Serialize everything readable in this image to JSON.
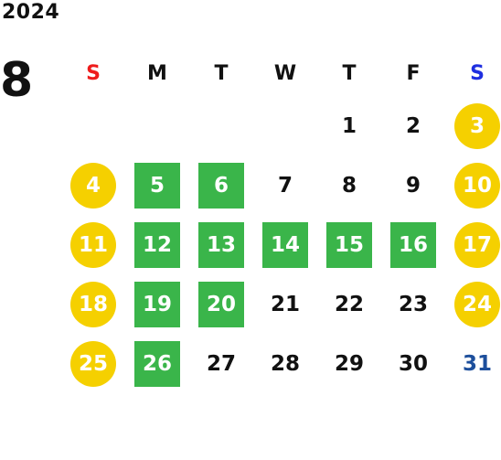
{
  "calendar": {
    "year": "2024",
    "month": "8",
    "weekdays": [
      {
        "label": "S",
        "color": "#ee1c1c"
      },
      {
        "label": "M",
        "color": "#111111"
      },
      {
        "label": "T",
        "color": "#111111"
      },
      {
        "label": "W",
        "color": "#111111"
      },
      {
        "label": "T",
        "color": "#111111"
      },
      {
        "label": "F",
        "color": "#111111"
      },
      {
        "label": "S",
        "color": "#1f2fe0"
      }
    ],
    "colors": {
      "weekend_circle": "#f5d000",
      "green_square": "#3ab54a",
      "text": "#111111",
      "blue_text": "#1d4f9c"
    },
    "weeks": [
      [
        null,
        null,
        null,
        null,
        {
          "day": "1",
          "style": "plain"
        },
        {
          "day": "2",
          "style": "plain"
        },
        {
          "day": "3",
          "style": "yellow"
        }
      ],
      [
        {
          "day": "4",
          "style": "yellow"
        },
        {
          "day": "5",
          "style": "green"
        },
        {
          "day": "6",
          "style": "green"
        },
        {
          "day": "7",
          "style": "plain"
        },
        {
          "day": "8",
          "style": "plain"
        },
        {
          "day": "9",
          "style": "plain"
        },
        {
          "day": "10",
          "style": "yellow"
        }
      ],
      [
        {
          "day": "11",
          "style": "yellow"
        },
        {
          "day": "12",
          "style": "green"
        },
        {
          "day": "13",
          "style": "green"
        },
        {
          "day": "14",
          "style": "green"
        },
        {
          "day": "15",
          "style": "green"
        },
        {
          "day": "16",
          "style": "green"
        },
        {
          "day": "17",
          "style": "yellow"
        }
      ],
      [
        {
          "day": "18",
          "style": "yellow"
        },
        {
          "day": "19",
          "style": "green"
        },
        {
          "day": "20",
          "style": "green"
        },
        {
          "day": "21",
          "style": "plain"
        },
        {
          "day": "22",
          "style": "plain"
        },
        {
          "day": "23",
          "style": "plain"
        },
        {
          "day": "24",
          "style": "yellow"
        }
      ],
      [
        {
          "day": "25",
          "style": "yellow"
        },
        {
          "day": "26",
          "style": "green"
        },
        {
          "day": "27",
          "style": "plain"
        },
        {
          "day": "28",
          "style": "plain"
        },
        {
          "day": "29",
          "style": "plain"
        },
        {
          "day": "30",
          "style": "plain"
        },
        {
          "day": "31",
          "style": "blue"
        }
      ]
    ]
  }
}
